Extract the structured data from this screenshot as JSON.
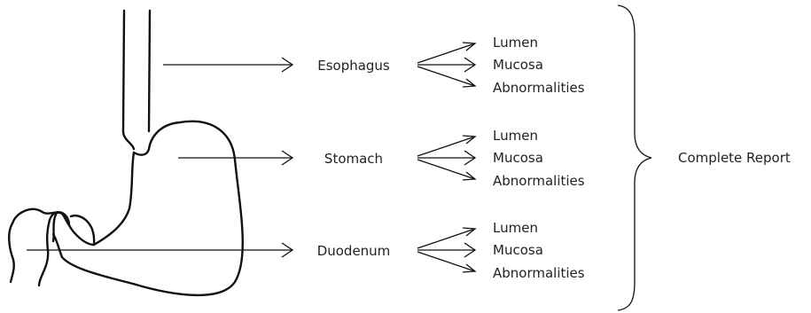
{
  "organs": [
    {
      "label": "Esophagus",
      "findings": [
        "Lumen",
        "Mucosa",
        "Abnormalities"
      ]
    },
    {
      "label": "Stomach",
      "findings": [
        "Lumen",
        "Mucosa",
        "Abnormalities"
      ]
    },
    {
      "label": "Duodenum",
      "findings": [
        "Lumen",
        "Mucosa",
        "Abnormalities"
      ]
    }
  ],
  "report": {
    "label": "Complete Report"
  },
  "colors": {
    "line": "#111111",
    "text": "#222222"
  }
}
